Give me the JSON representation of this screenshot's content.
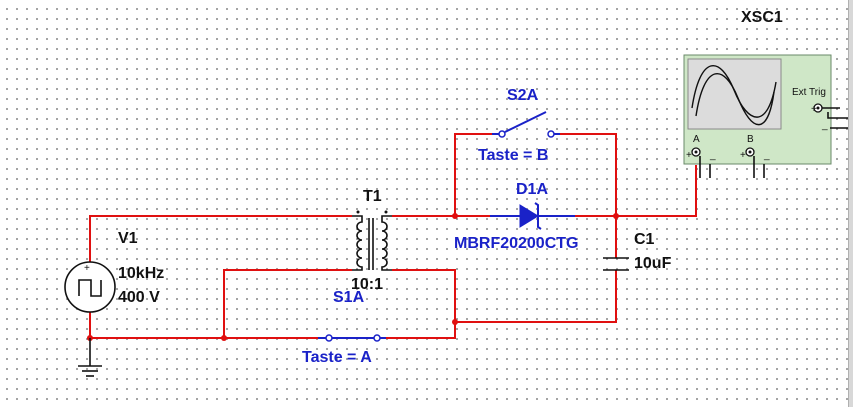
{
  "colors": {
    "wire": "#e01010",
    "label_blue": "#1a22c8",
    "scope_body": "#cfe7c7",
    "scope_screen": "#dcdcdc"
  },
  "labels": {
    "oscilloscope": "XSC1",
    "ext_trig": "Ext Trig",
    "channel_a": "A",
    "channel_b": "B",
    "switch2_name": "S2A",
    "switch2_key": "Taste = B",
    "diode_name": "D1A",
    "diode_part": "MBRF20200CTG",
    "transformer_name": "T1",
    "transformer_ratio": "10:1",
    "capacitor_name": "C1",
    "capacitor_value": "10uF",
    "source_name": "V1",
    "source_freq": "10kHz",
    "source_amp": "400 V",
    "switch1_name": "S1A",
    "switch1_key": "Taste = A",
    "plus": "+",
    "minus": "_"
  }
}
